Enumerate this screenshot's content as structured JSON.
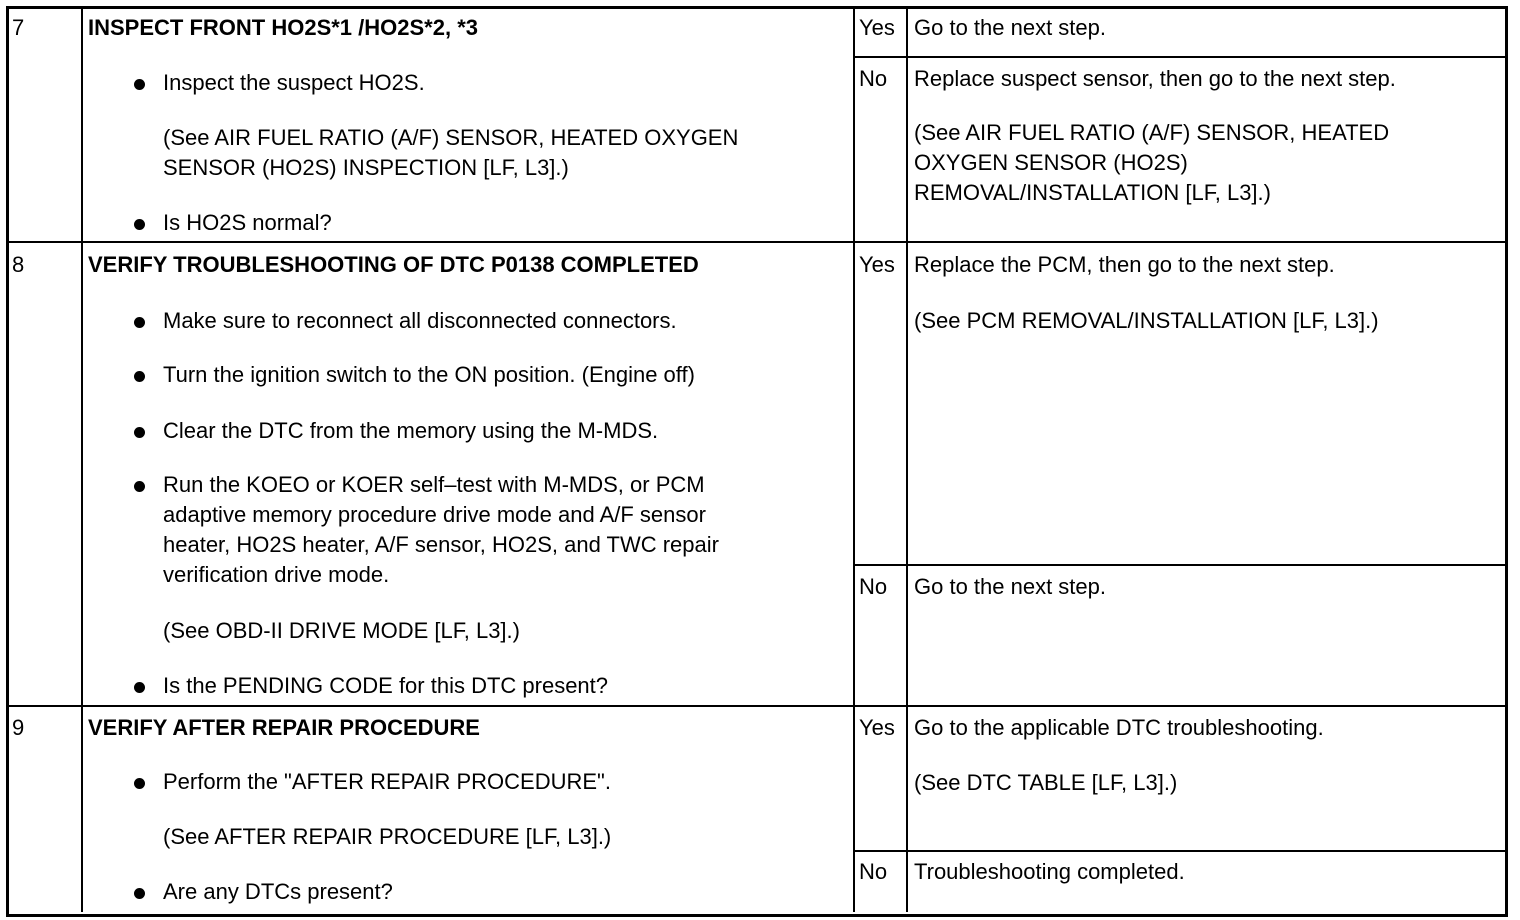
{
  "rows": [
    {
      "step": "7",
      "title": "INSPECT FRONT HO2S*1 /HO2S*2, *3",
      "bullet1": "Inspect the suspect HO2S.",
      "ref1_line1": "(See AIR FUEL RATIO (A/F) SENSOR, HEATED OXYGEN",
      "ref1_line2": "SENSOR (HO2S) INSPECTION [LF, L3].)",
      "bullet2": "Is HO2S normal?",
      "yes_label": "Yes",
      "yes_action": "Go to the next step.",
      "no_label": "No",
      "no_action": "Replace suspect sensor, then go to the next step.",
      "no_ref_line1": "(See AIR FUEL RATIO (A/F) SENSOR, HEATED",
      "no_ref_line2": "OXYGEN SENSOR (HO2S)",
      "no_ref_line3": "REMOVAL/INSTALLATION [LF, L3].)"
    },
    {
      "step": "8",
      "title": "VERIFY TROUBLESHOOTING OF DTC P0138 COMPLETED",
      "bullet1": "Make sure to reconnect all disconnected connectors.",
      "bullet2": "Turn the ignition switch to the ON position. (Engine off)",
      "bullet3": "Clear the DTC from the memory using the M-MDS.",
      "bullet4_line1": "Run the KOEO or KOER self–test with M-MDS, or PCM",
      "bullet4_line2": "adaptive memory procedure drive mode and A/F sensor",
      "bullet4_line3": "heater, HO2S heater, A/F sensor, HO2S, and TWC repair",
      "bullet4_line4": "verification drive mode.",
      "ref": "(See OBD-II DRIVE MODE [LF, L3].)",
      "bullet5": "Is the PENDING CODE for this DTC present?",
      "yes_label": "Yes",
      "yes_action": "Replace the PCM, then go to the next step.",
      "yes_ref": "(See PCM REMOVAL/INSTALLATION [LF, L3].)",
      "no_label": "No",
      "no_action": "Go to the next step."
    },
    {
      "step": "9",
      "title": "VERIFY AFTER REPAIR PROCEDURE",
      "bullet1": "Perform the \"AFTER REPAIR PROCEDURE\".",
      "ref": "(See AFTER REPAIR PROCEDURE [LF, L3].)",
      "bullet2": "Are any DTCs present?",
      "yes_label": "Yes",
      "yes_action": "Go to the applicable DTC troubleshooting.",
      "yes_ref": "(See DTC TABLE [LF, L3].)",
      "no_label": "No",
      "no_action": "Troubleshooting completed."
    }
  ]
}
